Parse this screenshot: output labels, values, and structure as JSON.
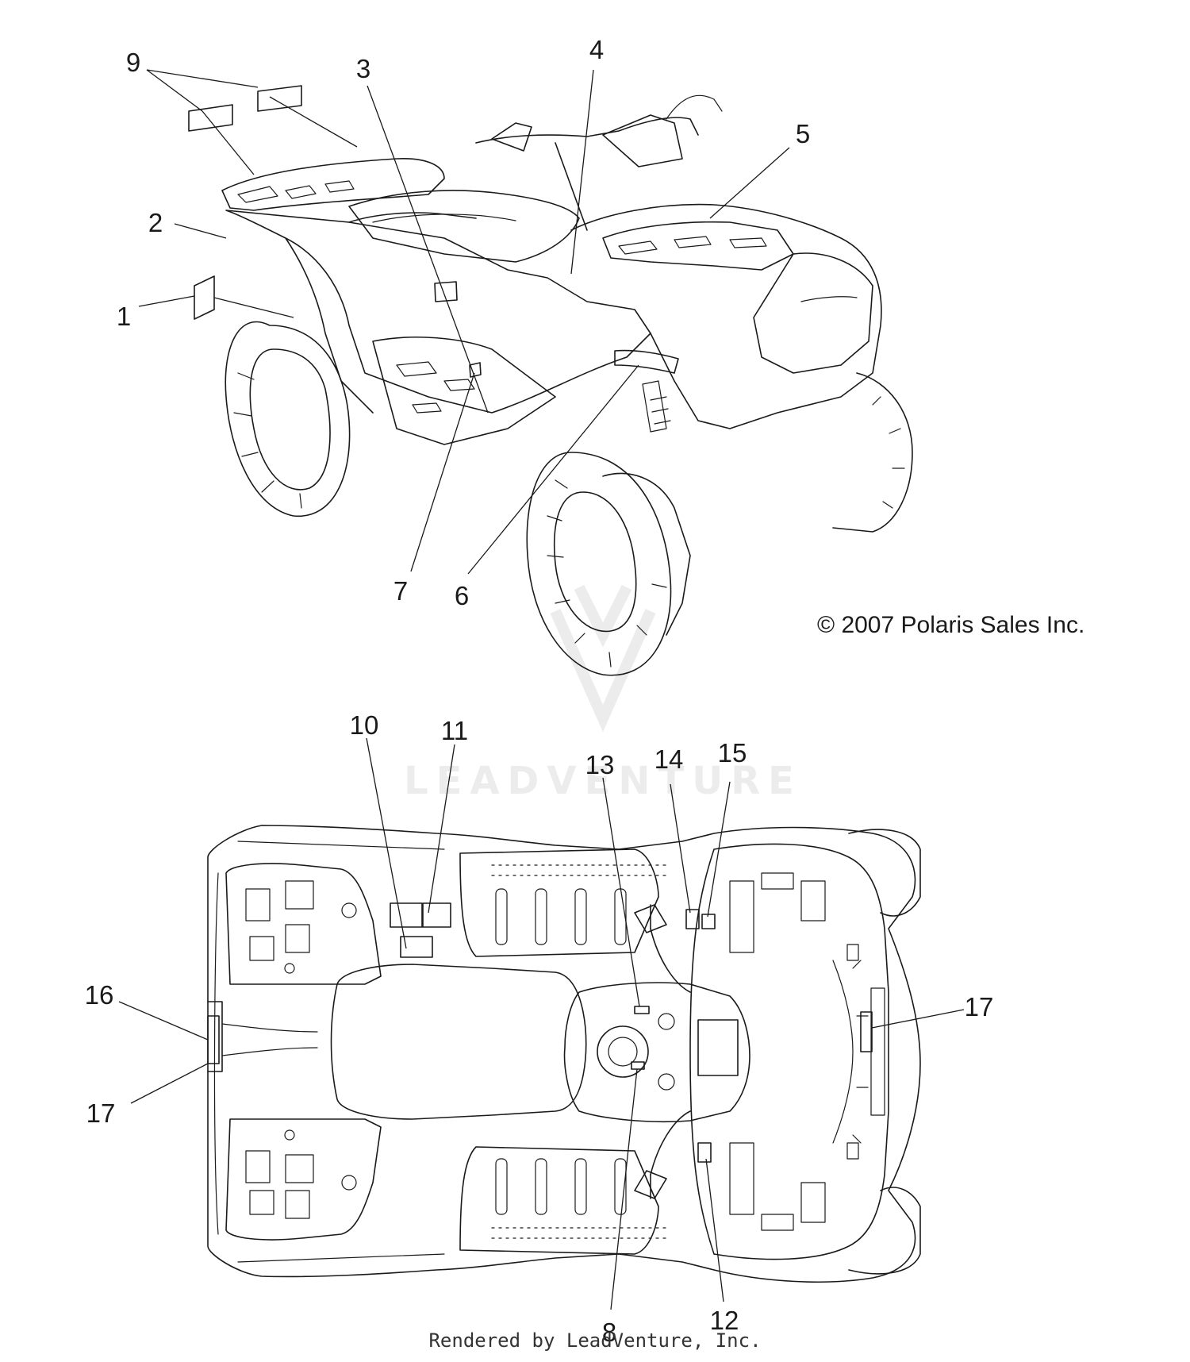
{
  "callouts": [
    {
      "id": "c1",
      "label": "1"
    },
    {
      "id": "c2",
      "label": "2"
    },
    {
      "id": "c3",
      "label": "3"
    },
    {
      "id": "c4",
      "label": "4"
    },
    {
      "id": "c5",
      "label": "5"
    },
    {
      "id": "c6",
      "label": "6"
    },
    {
      "id": "c7",
      "label": "7"
    },
    {
      "id": "c8",
      "label": "8"
    },
    {
      "id": "c9",
      "label": "9"
    },
    {
      "id": "c10",
      "label": "10"
    },
    {
      "id": "c11",
      "label": "11"
    },
    {
      "id": "c12",
      "label": "12"
    },
    {
      "id": "c13",
      "label": "13"
    },
    {
      "id": "c14",
      "label": "14"
    },
    {
      "id": "c15",
      "label": "15"
    },
    {
      "id": "c16",
      "label": "16"
    },
    {
      "id": "c17a",
      "label": "17"
    },
    {
      "id": "c17b",
      "label": "17"
    }
  ],
  "copyright": "© 2007 Polaris Sales Inc.",
  "watermark": "LEADVENTURE",
  "footer": "Rendered by LeadVenture, Inc."
}
